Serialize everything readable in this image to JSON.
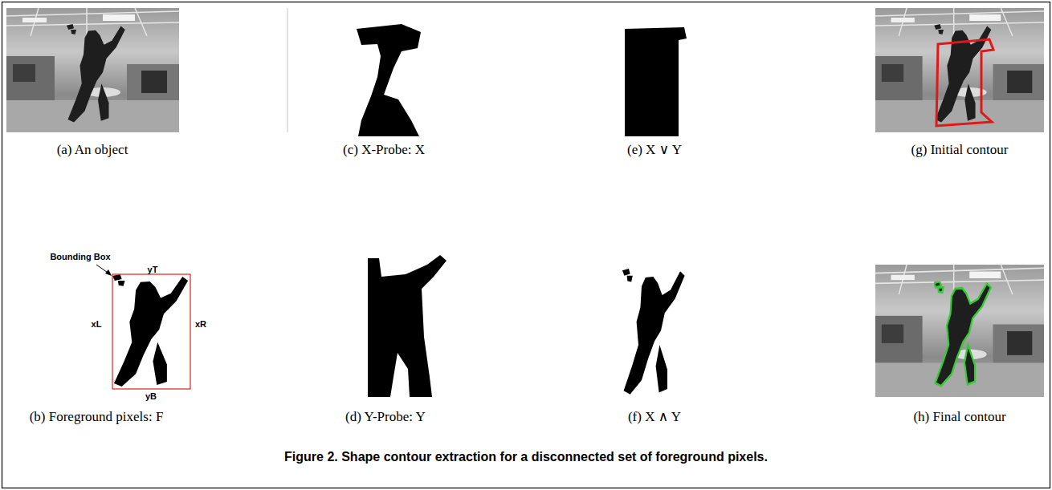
{
  "diagram": {
    "caption": "Figure 2. Shape contour extraction for a disconnected set of foreground pixels.",
    "labels": [
      "(a) An object",
      "Bounding Box",
      "yT",
      "xL",
      "xR",
      "yB",
      "(b) Foreground pixels: F",
      "(c) X-Probe: X",
      "(d) Y-Probe: Y",
      "(e) X ∨ Y",
      "(f) X ∧ Y",
      "(g) Initial contour",
      "(h) Final contour"
    ]
  }
}
